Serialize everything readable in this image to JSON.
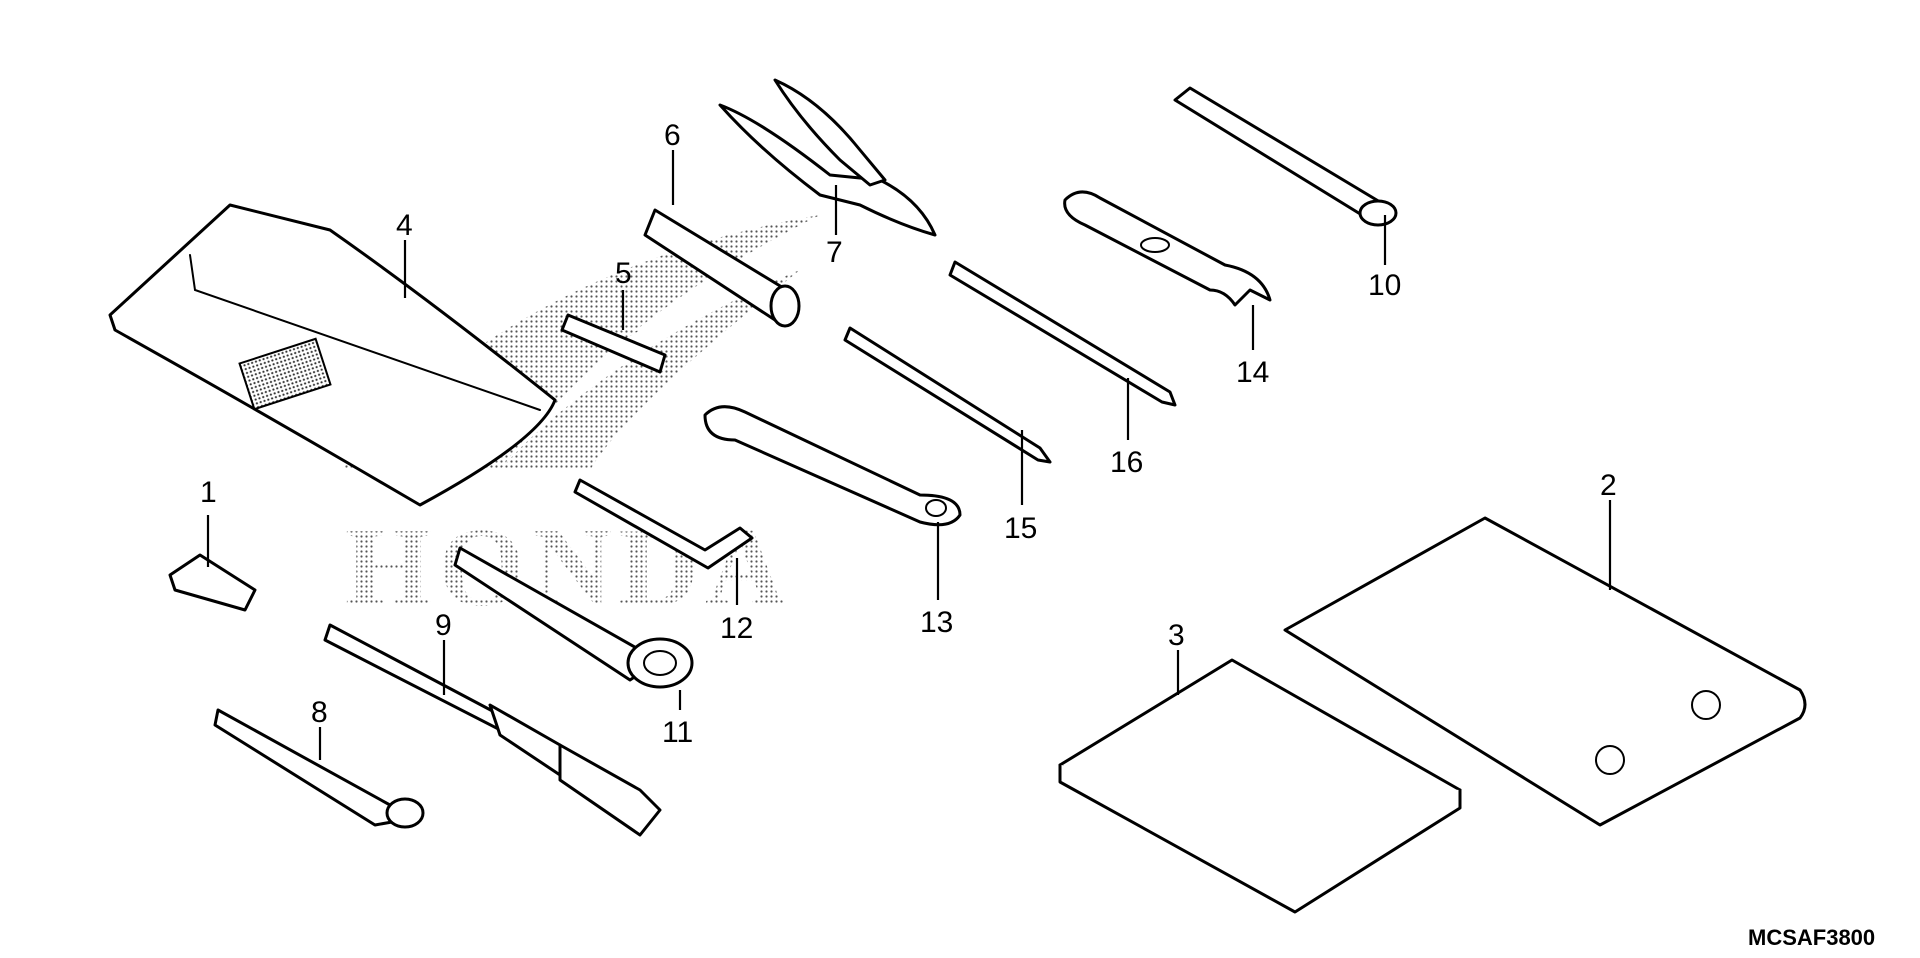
{
  "diagram_code": "MCSAF3800",
  "logo": {
    "text": "HONDA"
  },
  "parts": [
    {
      "id": "part-1",
      "callout": "1"
    },
    {
      "id": "part-2",
      "callout": "2"
    },
    {
      "id": "part-3",
      "callout": "3"
    },
    {
      "id": "part-4",
      "callout": "4"
    },
    {
      "id": "part-5",
      "callout": "5"
    },
    {
      "id": "part-6",
      "callout": "6"
    },
    {
      "id": "part-7",
      "callout": "7"
    },
    {
      "id": "part-8",
      "callout": "8"
    },
    {
      "id": "part-9",
      "callout": "9"
    },
    {
      "id": "part-10",
      "callout": "10"
    },
    {
      "id": "part-11",
      "callout": "11"
    },
    {
      "id": "part-12",
      "callout": "12"
    },
    {
      "id": "part-13",
      "callout": "13"
    },
    {
      "id": "part-14",
      "callout": "14"
    },
    {
      "id": "part-15",
      "callout": "15"
    },
    {
      "id": "part-16",
      "callout": "16"
    }
  ]
}
